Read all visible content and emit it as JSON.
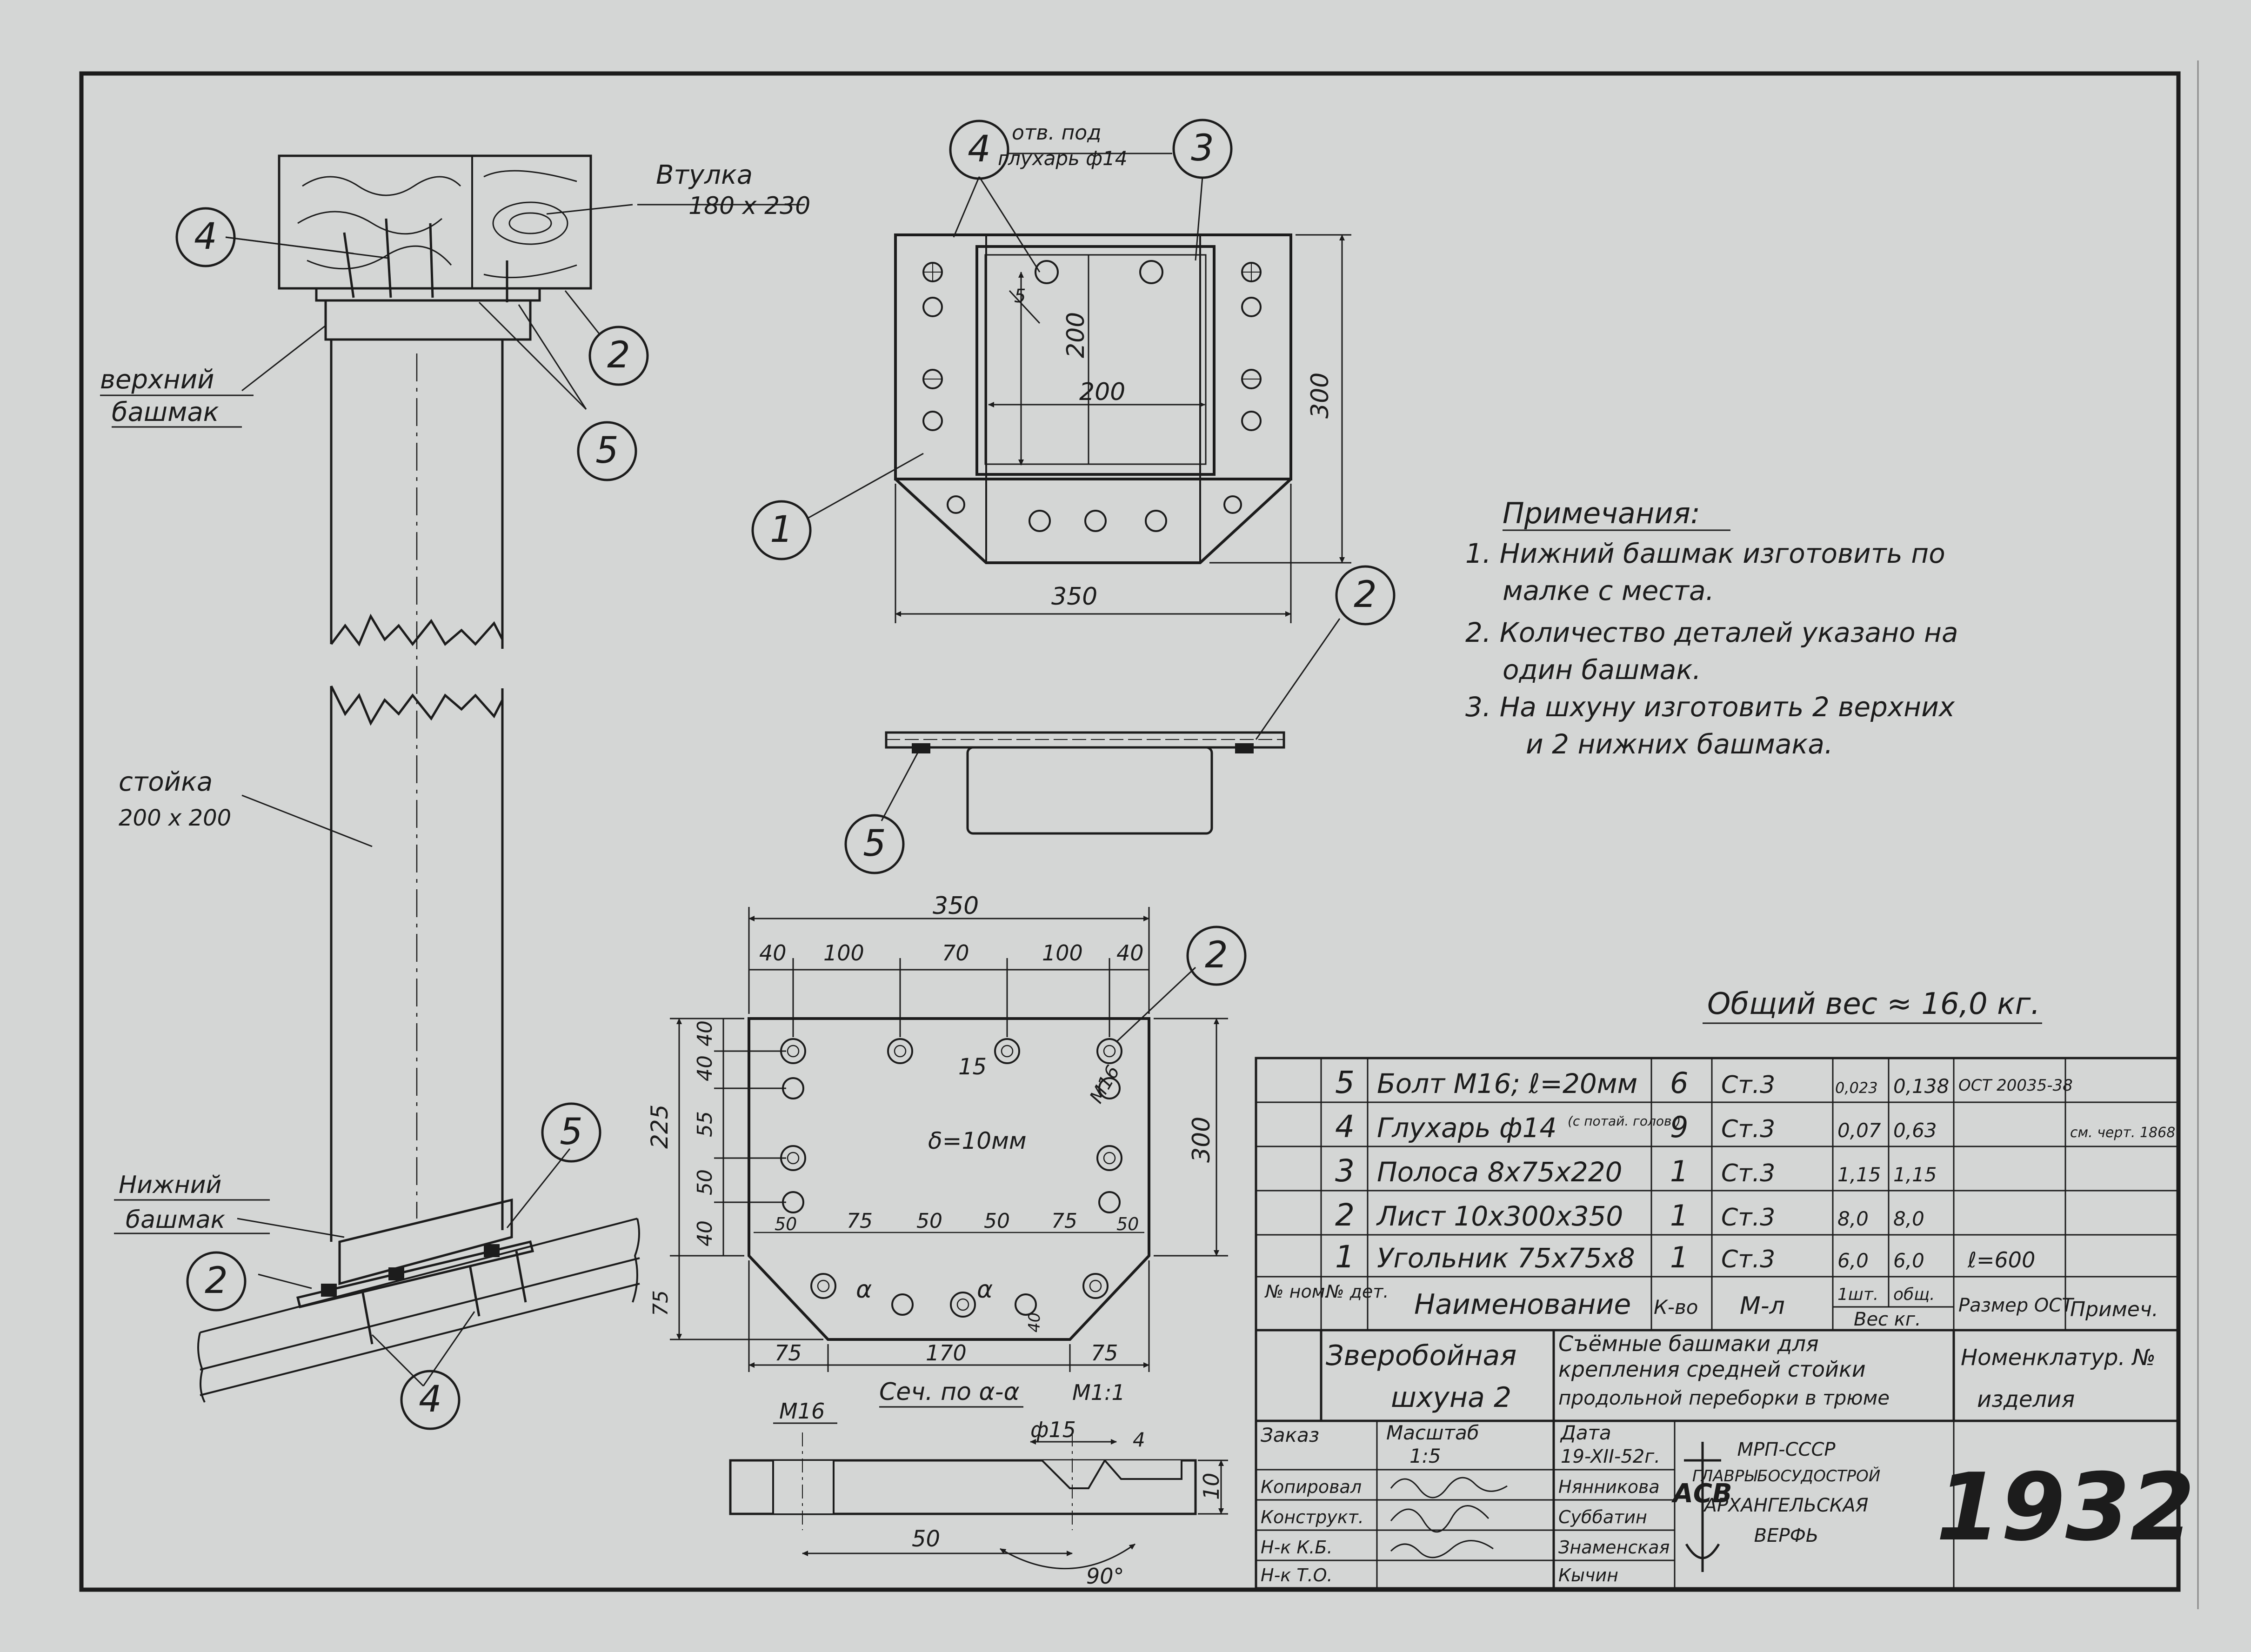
{
  "callouts": {
    "bolt": "5",
    "plate": "2",
    "lag_screw": "4",
    "strip": "3",
    "angle": "1",
    "lag_hole_note": [
      "отв. под",
      "глухарь ф14"
    ]
  },
  "left_view": {
    "bushing_label": "Втулка",
    "bushing_size": "180 x 230",
    "upper_label": [
      "верхний",
      "башмак"
    ],
    "post_label": "стойка",
    "post_size": "200 x 200",
    "lower_label": [
      "Нижний",
      "башмак"
    ]
  },
  "plan_view": {
    "dim_width": "350",
    "dim_height": "300",
    "dim_inner_w": "200",
    "dim_inner_h": "200",
    "weld": "5"
  },
  "plate_view": {
    "dim_total": "350",
    "dims_top": [
      "40",
      "100",
      "70",
      "100",
      "40"
    ],
    "dim_left_total": "225",
    "dims_left": [
      "40",
      "40",
      "55",
      "50",
      "40",
      "75"
    ],
    "dims_row": [
      "50",
      "75",
      "50",
      "50",
      "75",
      "50"
    ],
    "dim_right": "300",
    "dims_bottom": [
      "75",
      "170",
      "75"
    ],
    "thickness": "δ=10мм",
    "hole_dia": "15",
    "bolt": "M16",
    "section_mark": "α",
    "chamfer": "40",
    "section_title": "Сеч. по α-α",
    "section_scale": "М1:1",
    "sec_bolt": "M16",
    "sec_dia": "ф15",
    "sec_depth": "4",
    "sec_thick": "10",
    "sec_width": "50",
    "sec_angle": "90°"
  },
  "notes": {
    "title": "Примечания:",
    "lines": [
      "1. Нижний башмак изготовить по",
      "малке с места.",
      "2. Количество деталей указано на",
      "один башмак.",
      "3. На шхуну изготовить 2 верхних",
      "и 2 нижних башмака."
    ]
  },
  "total_weight": "Общий вес ≈ 16,0 кг.",
  "bom": {
    "rows": [
      {
        "n": "5",
        "name": "Болт М16; ℓ=20мм",
        "qty": "6",
        "mat": "Ст.3",
        "w1": "0,023",
        "w2": "0,138",
        "size": "ОСТ 20035-38",
        "note": ""
      },
      {
        "n": "4",
        "name": "Глухарь ф14",
        "name_sub": "(с потай. голов.)",
        "qty": "9",
        "mat": "Ст.3",
        "w1": "0,07",
        "w2": "0,63",
        "size": "",
        "note": "см. черт. 1868"
      },
      {
        "n": "3",
        "name": "Полоса 8х75х220",
        "qty": "1",
        "mat": "Ст.3",
        "w1": "1,15",
        "w2": "1,15",
        "size": "",
        "note": ""
      },
      {
        "n": "2",
        "name": "Лист 10х300х350",
        "qty": "1",
        "mat": "Ст.3",
        "w1": "8,0",
        "w2": "8,0",
        "size": "",
        "note": ""
      },
      {
        "n": "1",
        "name": "Угольник 75х75х8",
        "qty": "1",
        "mat": "Ст.3",
        "w1": "6,0",
        "w2": "6,0",
        "size": "ℓ=600",
        "note": ""
      }
    ],
    "head": {
      "nom": "№ ном.",
      "det": "№ дет.",
      "name": "Наименование",
      "qty": "К-во",
      "mat": "М-л",
      "w1": "1шт.",
      "w2": "общ.",
      "weight": "Вес кг.",
      "size": "Размер ОСТ",
      "note": "Примеч."
    }
  },
  "title_block": {
    "vessel": [
      "Зверобойная",
      "шхуна 2"
    ],
    "title": [
      "Съёмные башмаки для",
      "крепления средней стойки",
      "продольной переборки в трюме"
    ],
    "nomen": [
      "Номенклатур. №",
      "изделия"
    ],
    "order_label": "Заказ",
    "scale_label": "Масштаб",
    "scale": "1:5",
    "date_label": "Дата",
    "date": "19-XII-52г.",
    "roles": [
      "Копировал",
      "Конструкт.",
      "Н-к К.Б.",
      "Н-к Т.О."
    ],
    "names": [
      "Нянникова",
      "Суббатин",
      "Знаменская",
      "Кычин"
    ],
    "org": [
      "МРП-СССР",
      "ГЛАВРЫБОСУДОСТРОЙ",
      "АРХАНГЕЛЬСКАЯ",
      "ВЕРФЬ"
    ],
    "logo": "АСВ",
    "number": "1932"
  }
}
